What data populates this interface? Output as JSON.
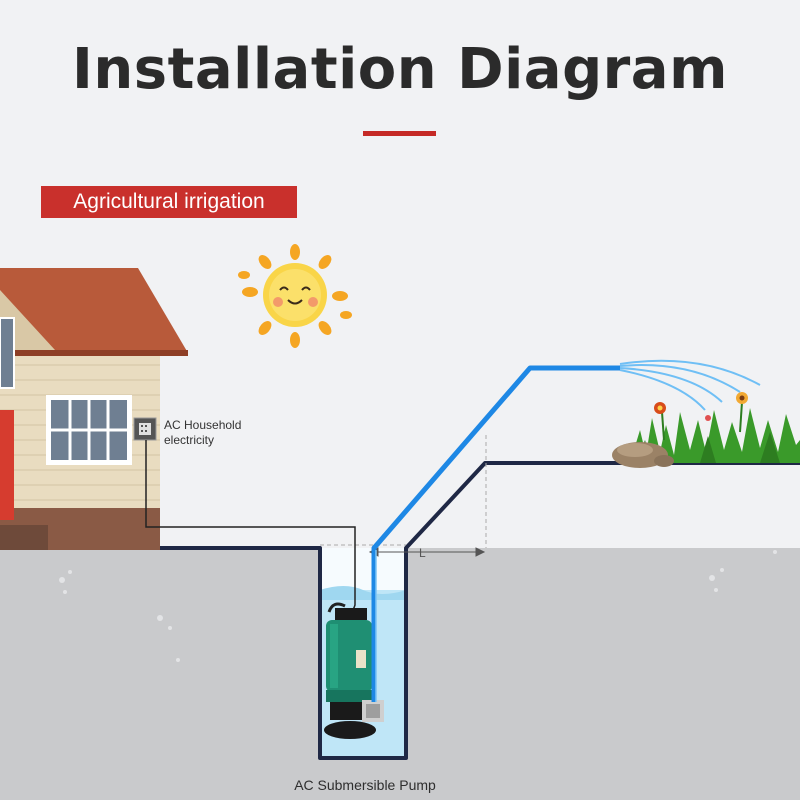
{
  "title": "Installation Diagram",
  "badge": "Agricultural irrigation",
  "labels": {
    "power": [
      "AC Household",
      "electricity"
    ],
    "pump": "AC Submersible Pump",
    "distance": "L"
  },
  "colors": {
    "accent_red": "#c9302c",
    "pipe_blue": "#1e88e5",
    "water": "#bfe6f7",
    "ground": "#c9cacc",
    "outline_navy": "#1f2845",
    "pump_green": "#1f8f73",
    "roof": "#b85a3a",
    "sun": "#f5c518",
    "grass": "#3a9a2a"
  },
  "icons": [
    "sun-icon",
    "house-icon",
    "power-socket-icon",
    "pump-icon",
    "flower-icon",
    "rock-icon"
  ]
}
